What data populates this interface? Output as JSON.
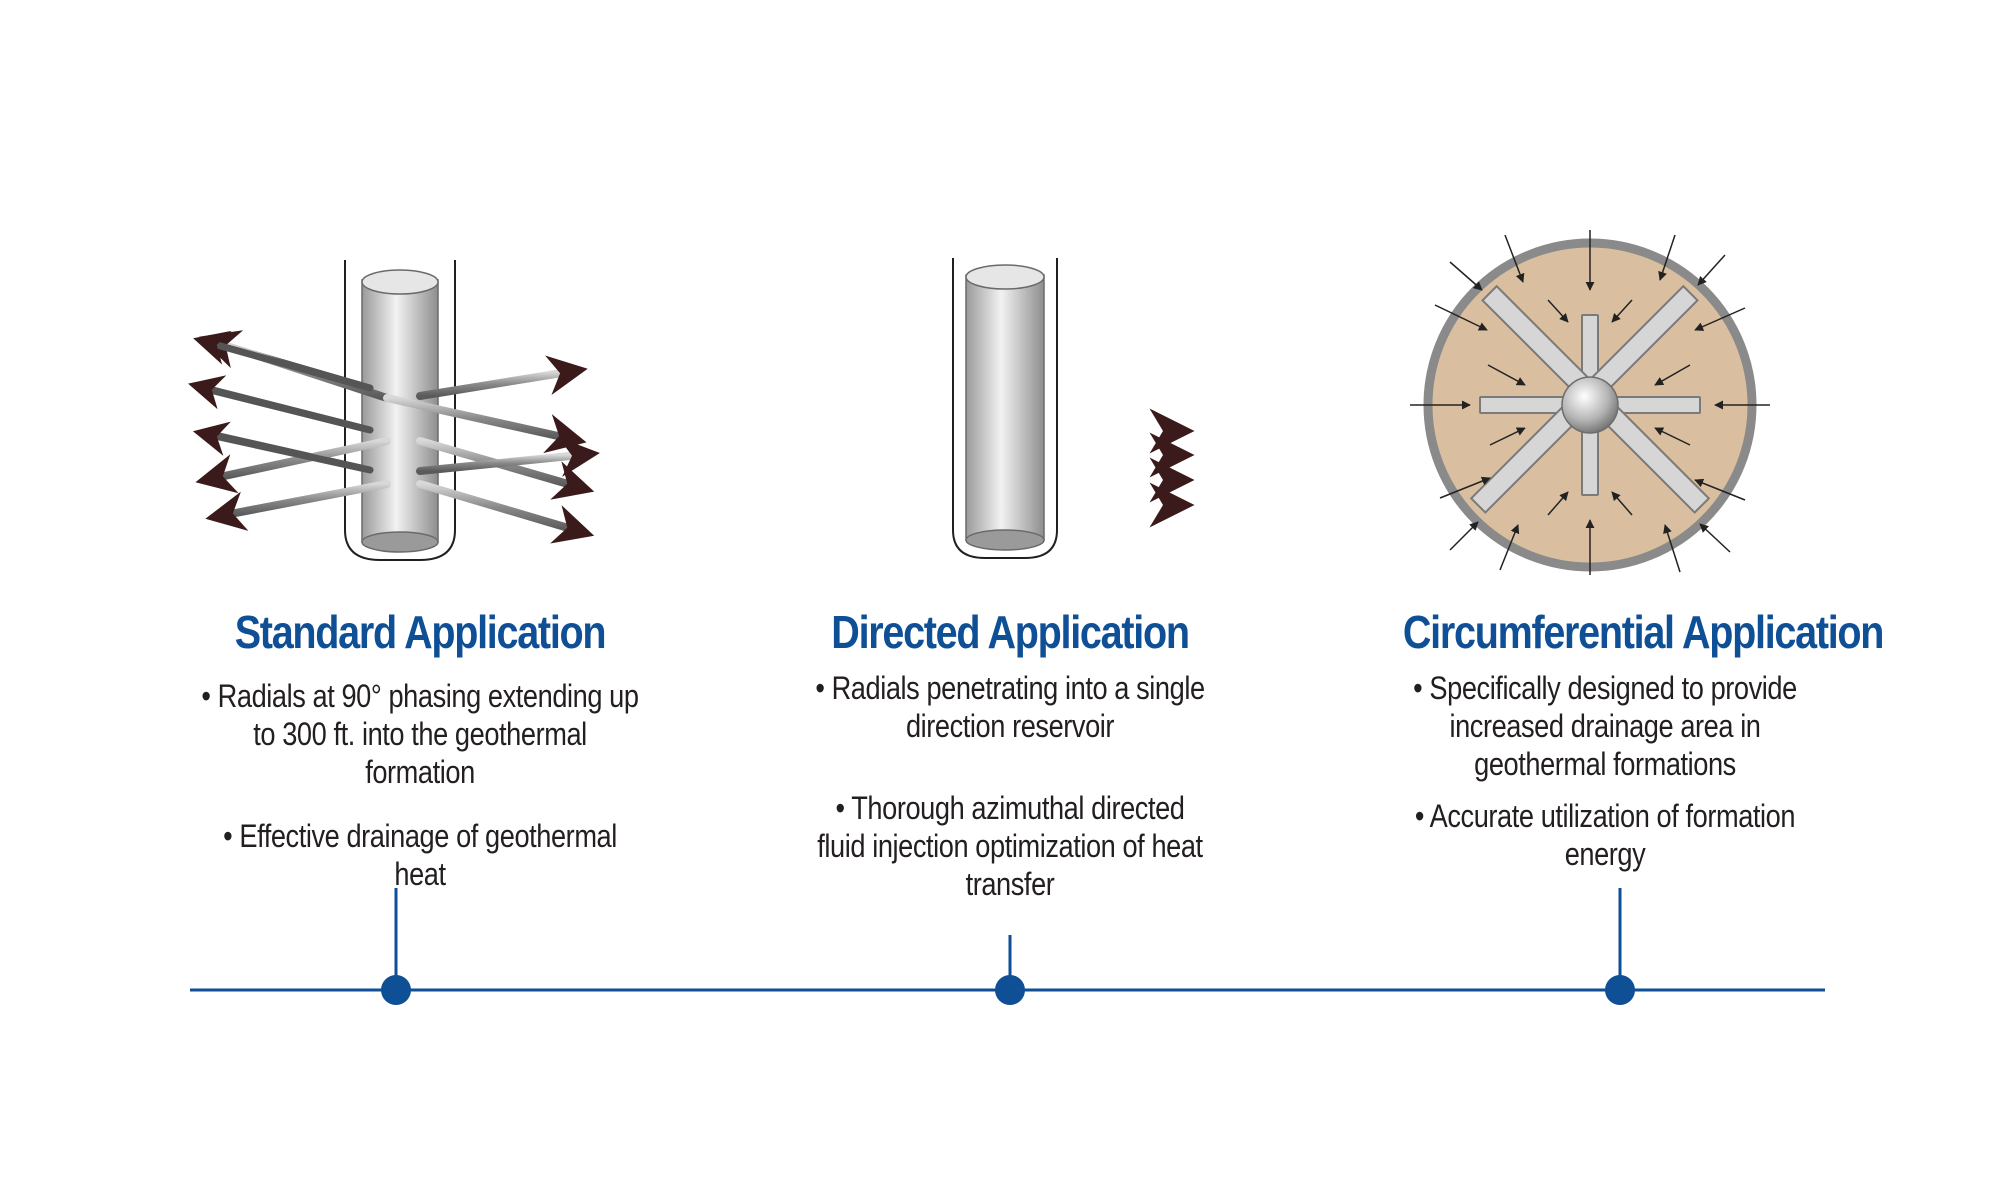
{
  "applications": [
    {
      "title": "Standard Application",
      "bullets": [
        "• Radials at 90° phasing extending up to 300 ft. into the geothermal formation",
        "• Effective drainage of geothermal heat"
      ]
    },
    {
      "title": "Directed Application",
      "bullets": [
        "• Radials penetrating into a single direction reservoir",
        "• Thorough azimuthal directed fluid injection optimization of heat transfer"
      ]
    },
    {
      "title": "Circumferential Application",
      "bullets": [
        "• Specifically designed to provide increased drainage area in geothermal formations",
        "• Accurate utilization of formation energy"
      ]
    }
  ],
  "colors": {
    "accent": "#0f4f96",
    "formation": "#d9bfa0",
    "casing": "#8a8a8a"
  }
}
